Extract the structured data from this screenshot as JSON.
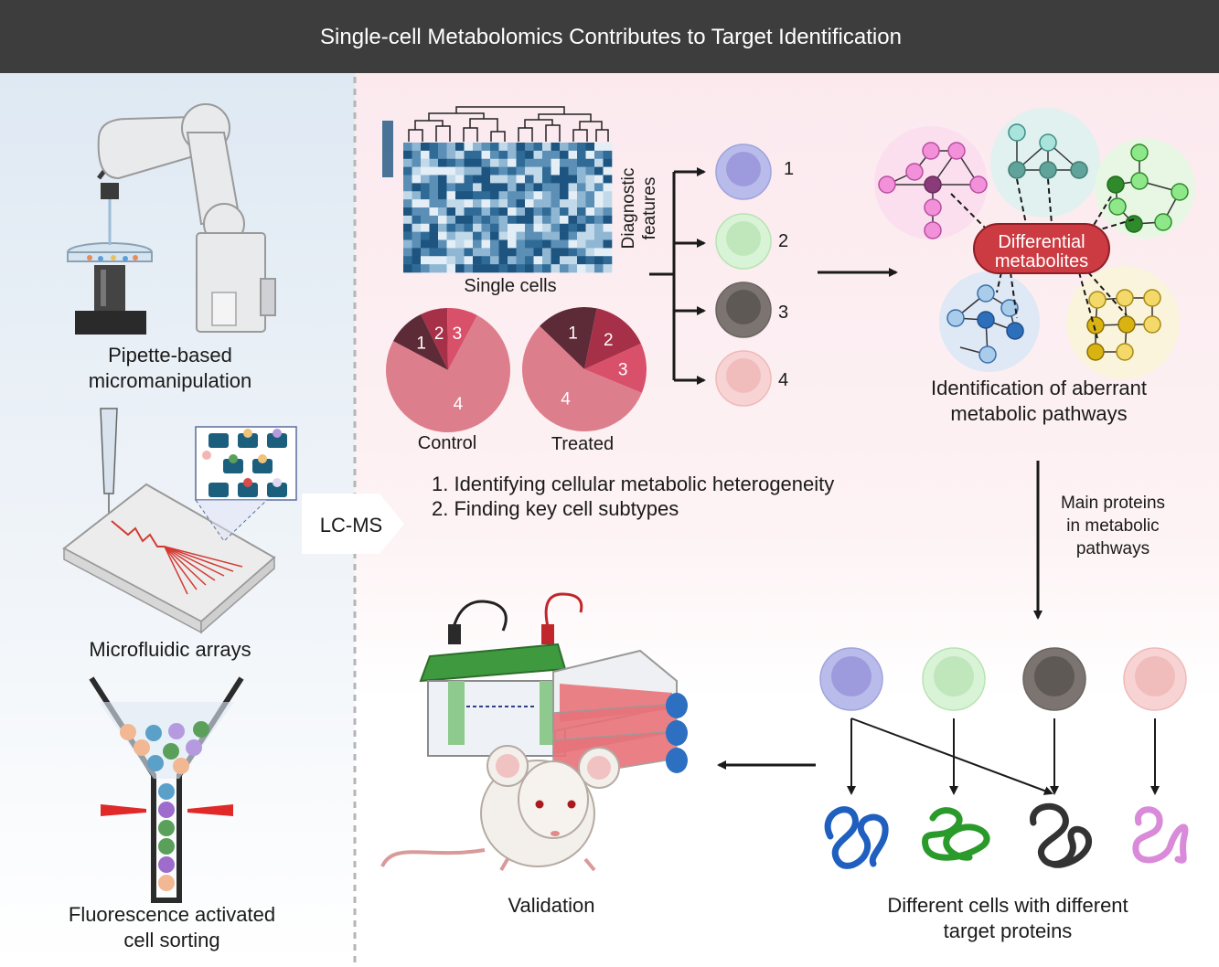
{
  "header": {
    "title": "Single-cell Metabolomics Contributes to Target Identification"
  },
  "left_panel": {
    "methods": [
      {
        "line1": "Pipette-based",
        "line2": "micromanipulation"
      },
      {
        "line1": "Microfluidic arrays",
        "line2": ""
      },
      {
        "line1": "Fluorescence activated",
        "line2": "cell sorting"
      }
    ],
    "lcms_label": "LC-MS"
  },
  "analysis": {
    "heatmap_label": "Single cells",
    "features_label_1": "Diagnostic",
    "features_label_2": "features",
    "pie_control_label": "Control",
    "pie_treated_label": "Treated",
    "subtypes": [
      "1",
      "2",
      "3",
      "4"
    ],
    "pie_slice_labels": [
      "1",
      "2",
      "3",
      "4"
    ],
    "goals": [
      "1.  Identifying cellular metabolic heterogeneity",
      "2.  Finding key cell subtypes"
    ]
  },
  "pathways": {
    "differential_1": "Differential",
    "differential_2": "metabolites",
    "caption_1": "Identification of aberrant",
    "caption_2": "metabolic pathways",
    "arrow_label_1": "Main proteins",
    "arrow_label_2": "in metabolic",
    "arrow_label_3": "pathways"
  },
  "targets": {
    "caption_1": "Different cells with different",
    "caption_2": "target proteins"
  },
  "validation": {
    "label": "Validation"
  },
  "colors": {
    "header_bg": "#3d3d3d",
    "left_bg": "#e6eef6",
    "right_bg": "#fbeef1",
    "cell_1": "#a9aee6",
    "cell_2": "#c8ecc6",
    "cell_3": "#6e6864",
    "cell_4": "#f3c3c3",
    "differential": "#cc3b42",
    "heatmap_dark": "#1d5580"
  }
}
